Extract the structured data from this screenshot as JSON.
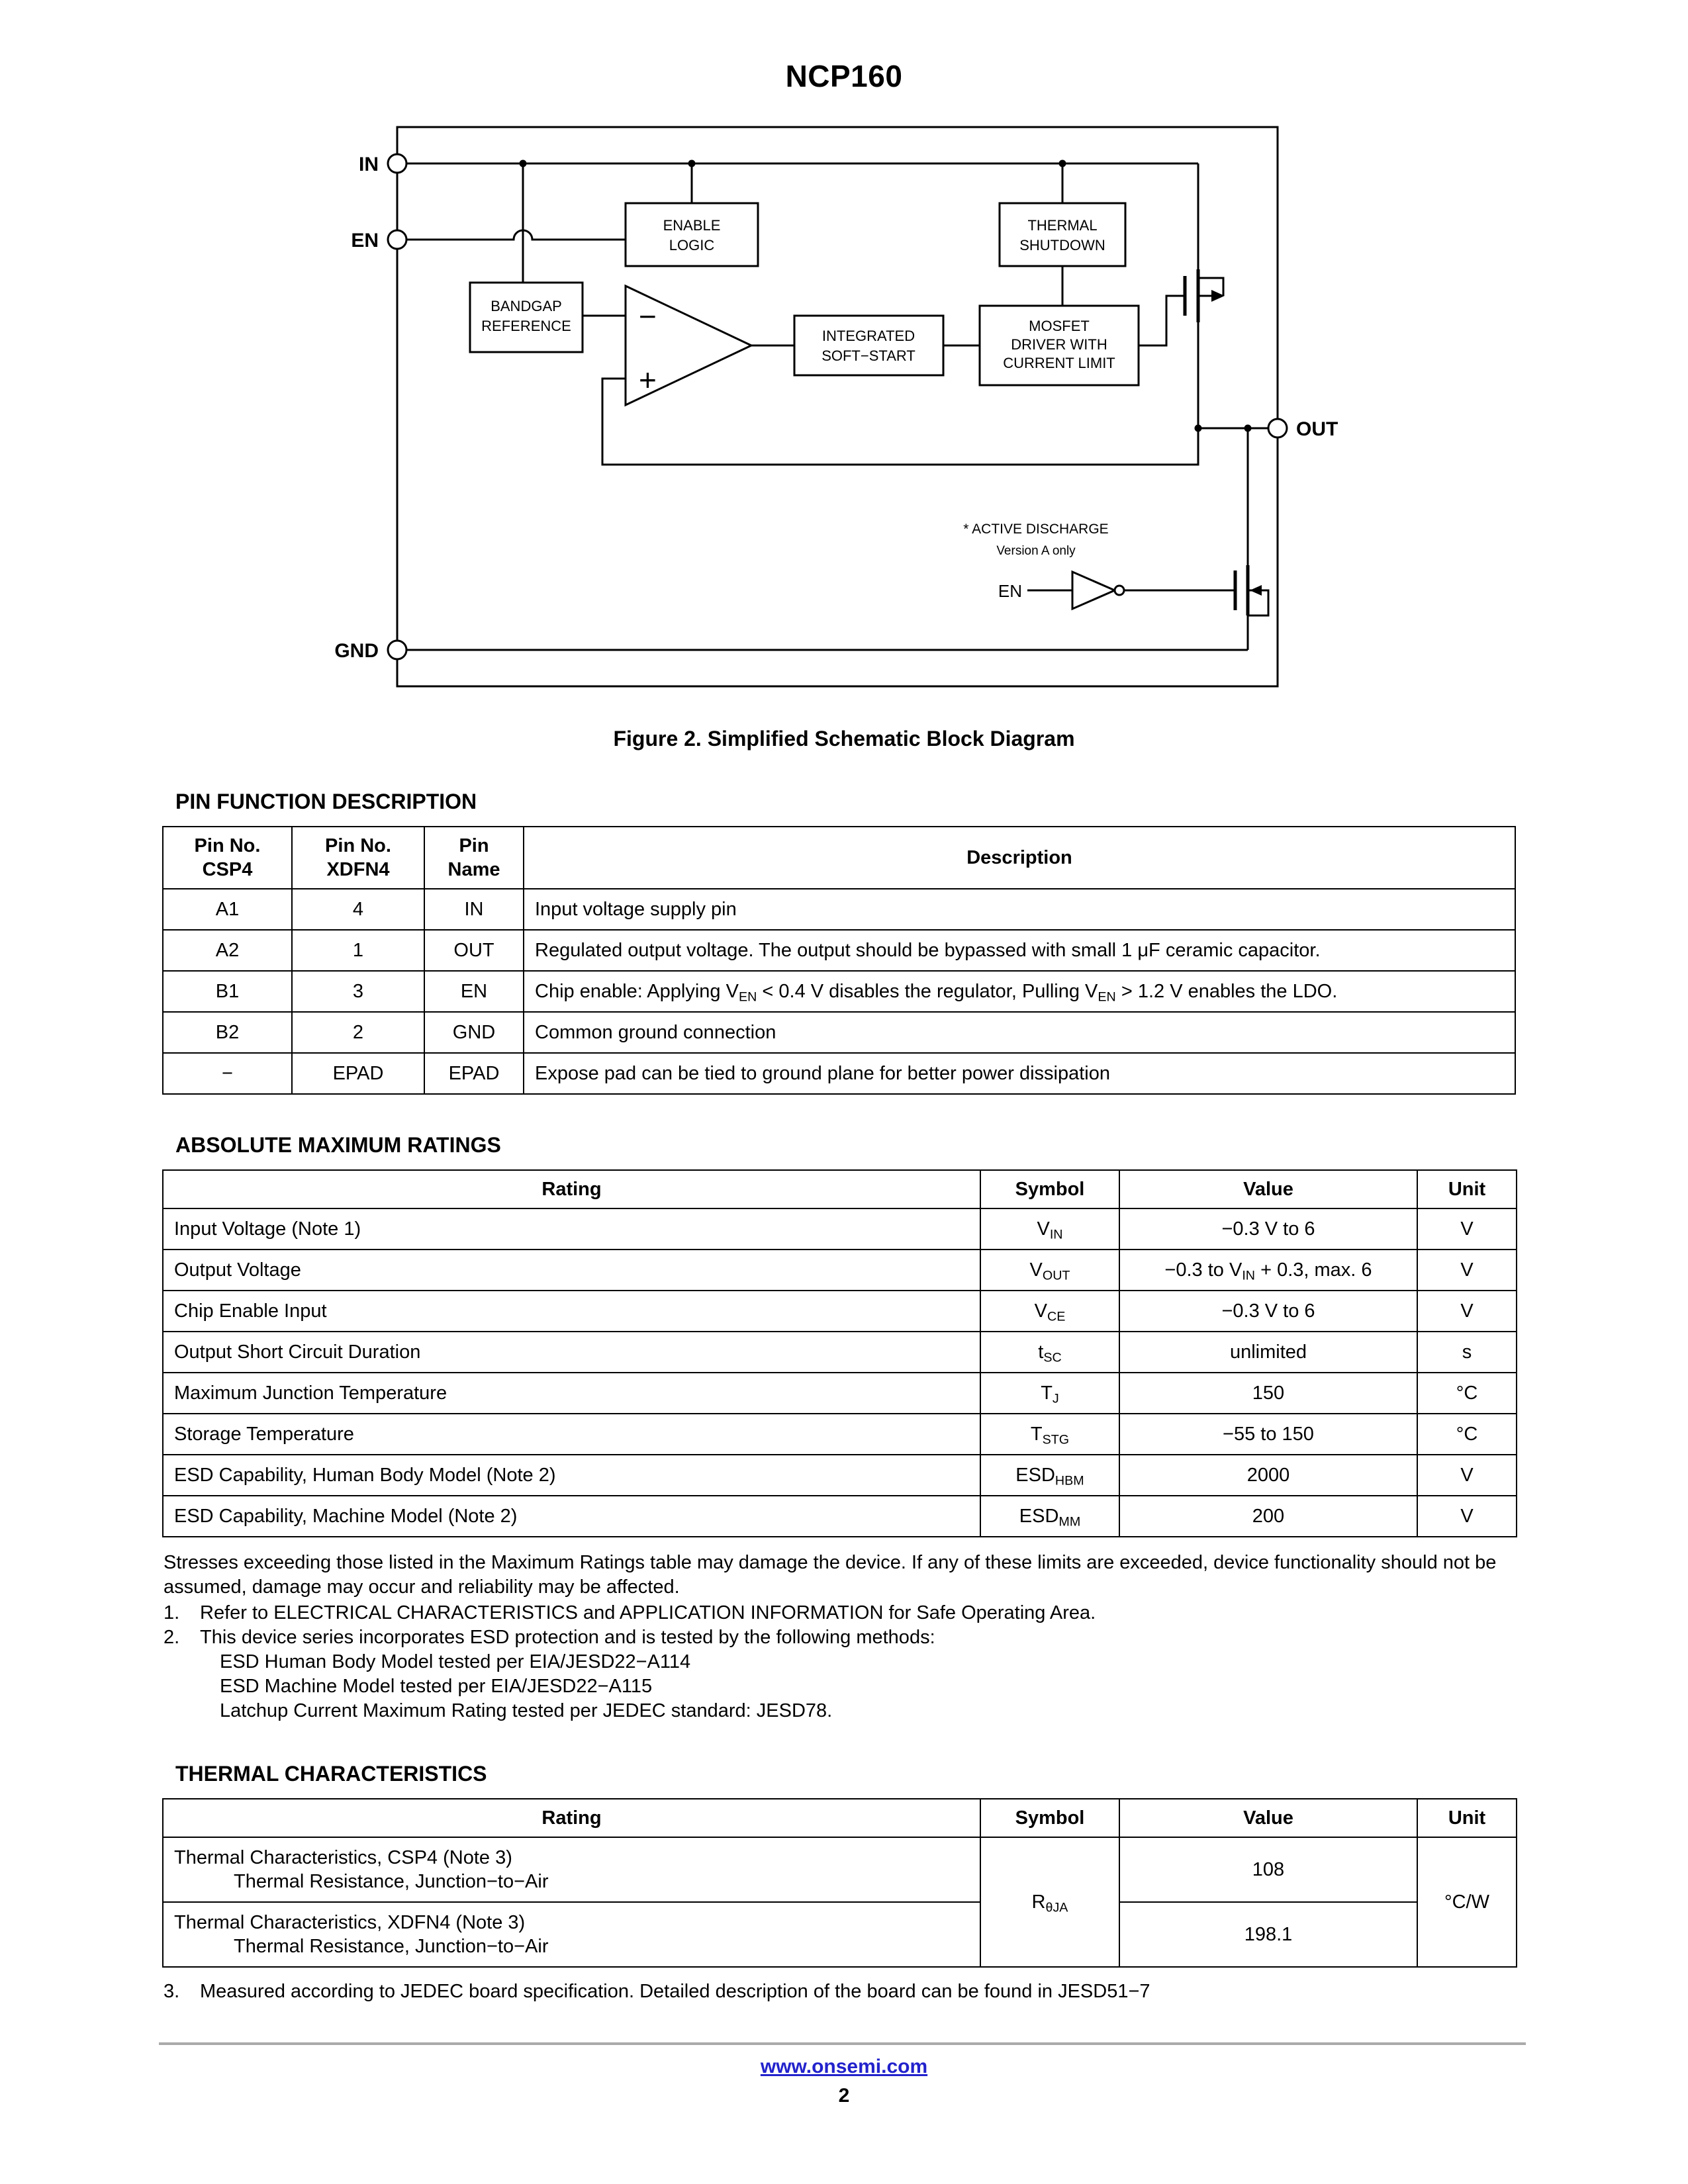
{
  "page": {
    "doc_title": "NCP160",
    "figure_caption": "Figure 2. Simplified Schematic Block Diagram",
    "footer": {
      "website": "www.onsemi.com",
      "page_number": "2",
      "link_color": "#2222cc"
    }
  },
  "diagram": {
    "pin_labels": {
      "in": "IN",
      "en": "EN",
      "gnd": "GND",
      "out": "OUT",
      "en_discharge": "EN"
    },
    "blocks": {
      "enable_logic_1": "ENABLE",
      "enable_logic_2": "LOGIC",
      "thermal_shutdown_1": "THERMAL",
      "thermal_shutdown_2": "SHUTDOWN",
      "bandgap_1": "BANDGAP",
      "bandgap_2": "REFERENCE",
      "soft_start_1": "INTEGRATED",
      "soft_start_2": "SOFT−START",
      "mosfet_driver_1": "MOSFET",
      "mosfet_driver_2": "DRIVER WITH",
      "mosfet_driver_3": "CURRENT LIMIT"
    },
    "opamp": {
      "minus": "−",
      "plus": "+"
    },
    "active_discharge_note_1": "* ACTIVE DISCHARGE",
    "active_discharge_note_2": "Version A only"
  },
  "pin_function": {
    "heading": "PIN FUNCTION DESCRIPTION",
    "headers": {
      "col1a": "Pin No.",
      "col1b": "CSP4",
      "col2a": "Pin No.",
      "col2b": "XDFN4",
      "col3a": "Pin",
      "col3b": "Name",
      "col4": "Description"
    },
    "rows": [
      {
        "csp4": "A1",
        "xdfn4": "4",
        "name": "IN",
        "desc": "Input voltage supply pin"
      },
      {
        "csp4": "A2",
        "xdfn4": "1",
        "name": "OUT",
        "desc": "Regulated output voltage. The output should be bypassed with small 1 μF ceramic capacitor."
      },
      {
        "csp4": "B1",
        "xdfn4": "3",
        "name": "EN",
        "desc": "Chip enable: Applying V_{EN} < 0.4 V disables the regulator, Pulling V_{EN} > 1.2 V enables the LDO."
      },
      {
        "csp4": "B2",
        "xdfn4": "2",
        "name": "GND",
        "desc": "Common ground connection"
      },
      {
        "csp4": "−",
        "xdfn4": "EPAD",
        "name": "EPAD",
        "desc": "Expose pad can be tied to ground plane for better power dissipation"
      }
    ]
  },
  "abs_max": {
    "heading": "ABSOLUTE MAXIMUM RATINGS",
    "headers": [
      "Rating",
      "Symbol",
      "Value",
      "Unit"
    ],
    "rows": [
      {
        "rating": "Input Voltage (Note 1)",
        "symbol": "V_{IN}",
        "value": "−0.3 V to 6",
        "unit": "V"
      },
      {
        "rating": "Output Voltage",
        "symbol": "V_{OUT}",
        "value": "−0.3 to V_{IN} + 0.3, max. 6",
        "unit": "V"
      },
      {
        "rating": "Chip Enable Input",
        "symbol": "V_{CE}",
        "value": "−0.3 V to 6",
        "unit": "V"
      },
      {
        "rating": "Output Short Circuit Duration",
        "symbol": "t_{SC}",
        "value": "unlimited",
        "unit": "s"
      },
      {
        "rating": "Maximum Junction Temperature",
        "symbol": "T_{J}",
        "value": "150",
        "unit": "°C"
      },
      {
        "rating": "Storage Temperature",
        "symbol": "T_{STG}",
        "value": "−55 to 150",
        "unit": "°C"
      },
      {
        "rating": "ESD Capability, Human Body Model (Note 2)",
        "symbol": "ESD_{HBM}",
        "value": "2000",
        "unit": "V"
      },
      {
        "rating": "ESD Capability, Machine Model (Note 2)",
        "symbol": "ESD_{MM}",
        "value": "200",
        "unit": "V"
      }
    ],
    "stress_note": "Stresses exceeding those listed in the Maximum Ratings table may damage the device. If any of these limits are exceeded, device functionality should not be assumed, damage may occur and reliability may be affected.",
    "note1_num": "1.",
    "note1": "Refer to ELECTRICAL CHARACTERISTICS and APPLICATION INFORMATION for Safe Operating Area.",
    "note2_num": "2.",
    "note2": "This device series incorporates ESD protection and is tested by the following methods:",
    "note2_sub": [
      "ESD Human Body Model tested per EIA/JESD22−A114",
      "ESD Machine Model tested per EIA/JESD22−A115",
      "Latchup Current Maximum Rating tested per JEDEC standard: JESD78."
    ]
  },
  "thermal": {
    "heading": "THERMAL CHARACTERISTICS",
    "headers": [
      "Rating",
      "Symbol",
      "Value",
      "Unit"
    ],
    "rows": [
      {
        "rating_line1": "Thermal Characteristics, CSP4 (Note 3)",
        "rating_line2": "Thermal Resistance, Junction−to−Air",
        "value": "108"
      },
      {
        "rating_line1": "Thermal Characteristics, XDFN4 (Note 3)",
        "rating_line2": "Thermal Resistance, Junction−to−Air",
        "value": "198.1"
      }
    ],
    "symbol": "R_{θJA}",
    "unit": "°C/W",
    "note_num": "3.",
    "note": "Measured according to JEDEC board specification. Detailed description of the board can be found in JESD51−7"
  }
}
